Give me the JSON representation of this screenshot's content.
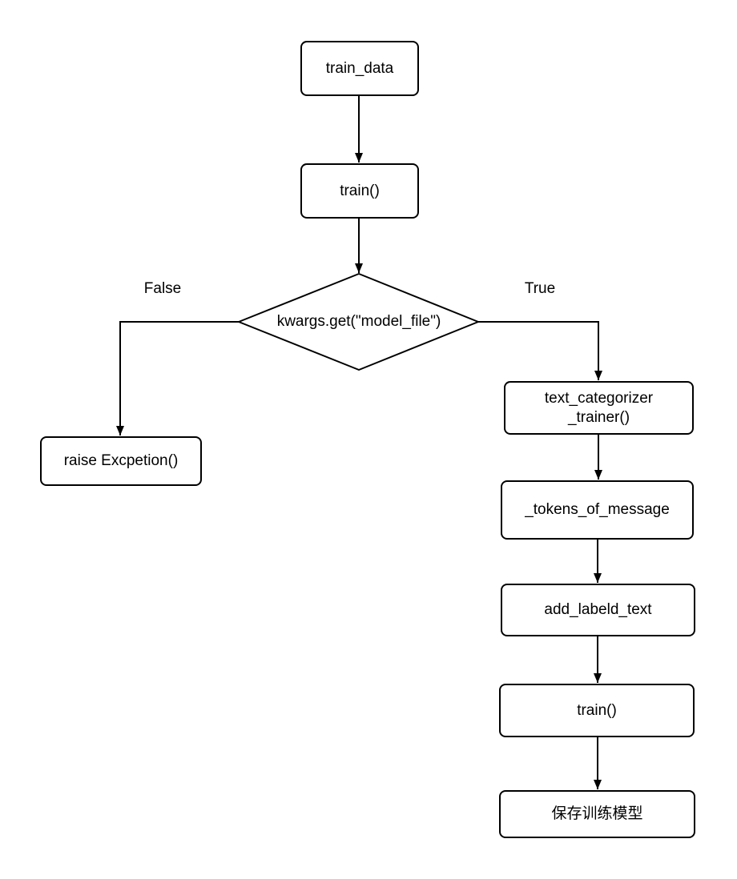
{
  "diagram": {
    "nodes": {
      "train_data": "train_data",
      "train_call_1": "train()",
      "decision": "kwargs.get(\"model_file\")",
      "raise_exception": "raise Excpetion()",
      "text_categorizer_trainer": "text_categorizer\n_trainer()",
      "tokens_of_message": "_tokens_of_message",
      "add_labeld_text": "add_labeld_text",
      "train_call_2": "train()",
      "save_model": "保存训练模型"
    },
    "edge_labels": {
      "false_branch": "False",
      "true_branch": "True"
    },
    "colors": {
      "stroke": "#000000",
      "fill": "#ffffff",
      "text": "#000000"
    }
  }
}
